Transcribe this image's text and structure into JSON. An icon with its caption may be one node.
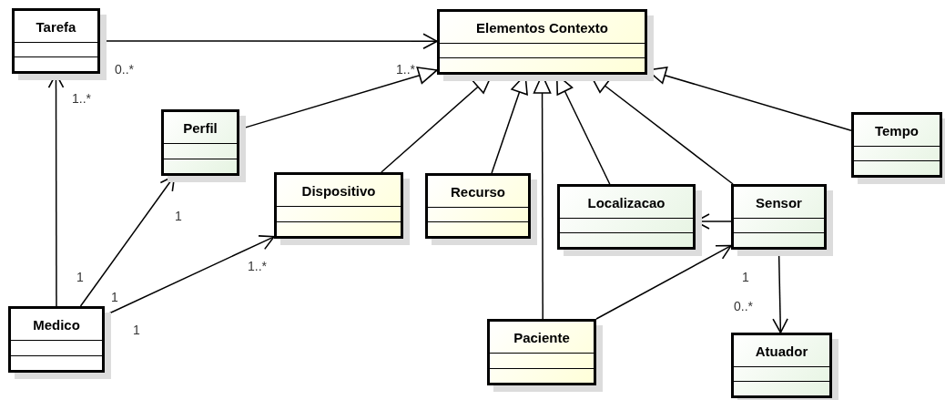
{
  "diagram": {
    "nodes": [
      {
        "text": [
          "Tarefa"
        ]
      },
      {
        "text": [
          "Elementos Contexto"
        ]
      },
      {
        "text": [
          "Perfil"
        ]
      },
      {
        "text": [
          "Dispositivo"
        ]
      },
      {
        "text": [
          "Recurso"
        ]
      },
      {
        "text": [
          "Localizacao"
        ]
      },
      {
        "text": [
          "Sensor"
        ]
      },
      {
        "text": [
          "Tempo"
        ]
      },
      {
        "text": [
          "Medico"
        ]
      },
      {
        "text": [
          "Paciente"
        ]
      },
      {
        "text": [
          "Atuador"
        ]
      }
    ],
    "edges": [
      {
        "from": 0,
        "to": 1,
        "arrow": "to"
      },
      {
        "from": 2,
        "to": 1,
        "arrow": "to"
      },
      {
        "from": 3,
        "to": 1,
        "arrow": "to"
      },
      {
        "from": 4,
        "to": 1,
        "arrow": "to"
      },
      {
        "from": 9,
        "to": 1,
        "arrow": "to"
      },
      {
        "from": 5,
        "to": 1,
        "arrow": "to"
      },
      {
        "from": 6,
        "to": 1,
        "arrow": "to"
      },
      {
        "from": 7,
        "to": 1,
        "arrow": "to"
      },
      {
        "from": 8,
        "to": 0,
        "arrow": "to"
      },
      {
        "from": 8,
        "to": 2,
        "arrow": "to"
      },
      {
        "from": 8,
        "to": 3,
        "arrow": "to"
      },
      {
        "from": 6,
        "to": 5,
        "arrow": "to"
      },
      {
        "from": 9,
        "to": 6,
        "arrow": "to"
      },
      {
        "from": 6,
        "to": 10,
        "arrow": "to"
      }
    ],
    "labels": [
      "0..*",
      "1..*",
      "1..*",
      "1",
      "1..*",
      "1",
      "1",
      "1",
      "1",
      "0..*"
    ]
  }
}
